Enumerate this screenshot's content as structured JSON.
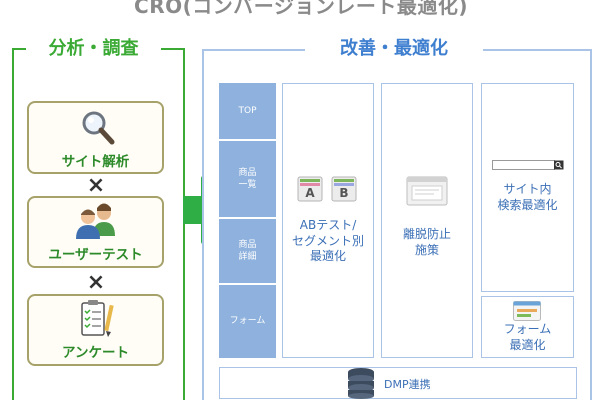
{
  "header": {
    "title": "CRO(コンバージョンレート最適化)"
  },
  "left": {
    "title": "分析・調査",
    "items": [
      {
        "label": "サイト解析",
        "icon": "magnifier-icon"
      },
      {
        "label": "ユーザーテスト",
        "icon": "users-icon"
      },
      {
        "label": "アンケート",
        "icon": "survey-clipboard-icon"
      }
    ],
    "separator": "×"
  },
  "right": {
    "title": "改善・最適化",
    "pages": [
      "TOP",
      "商品\n一覧",
      "商品\n詳細",
      "フォーム"
    ],
    "columns": [
      {
        "label": "ABテスト/\nセグメント別\n最適化",
        "icon": "ab-test-icon"
      },
      {
        "label": "離脱防止\n施策",
        "icon": "browser-window-icon"
      },
      {
        "label": "サイト内\n検索最適化",
        "icon": "search-box-icon"
      },
      {
        "label": "フォーム\n最適化",
        "icon": "form-icon"
      }
    ],
    "dmp": {
      "label": "DMP連携",
      "icon": "database-icon"
    }
  },
  "colors": {
    "green": "#3aaa35",
    "blue_title": "#3f7fd0",
    "side_fill": "#8eb1dd",
    "panel_border": "#a9c4e6"
  }
}
